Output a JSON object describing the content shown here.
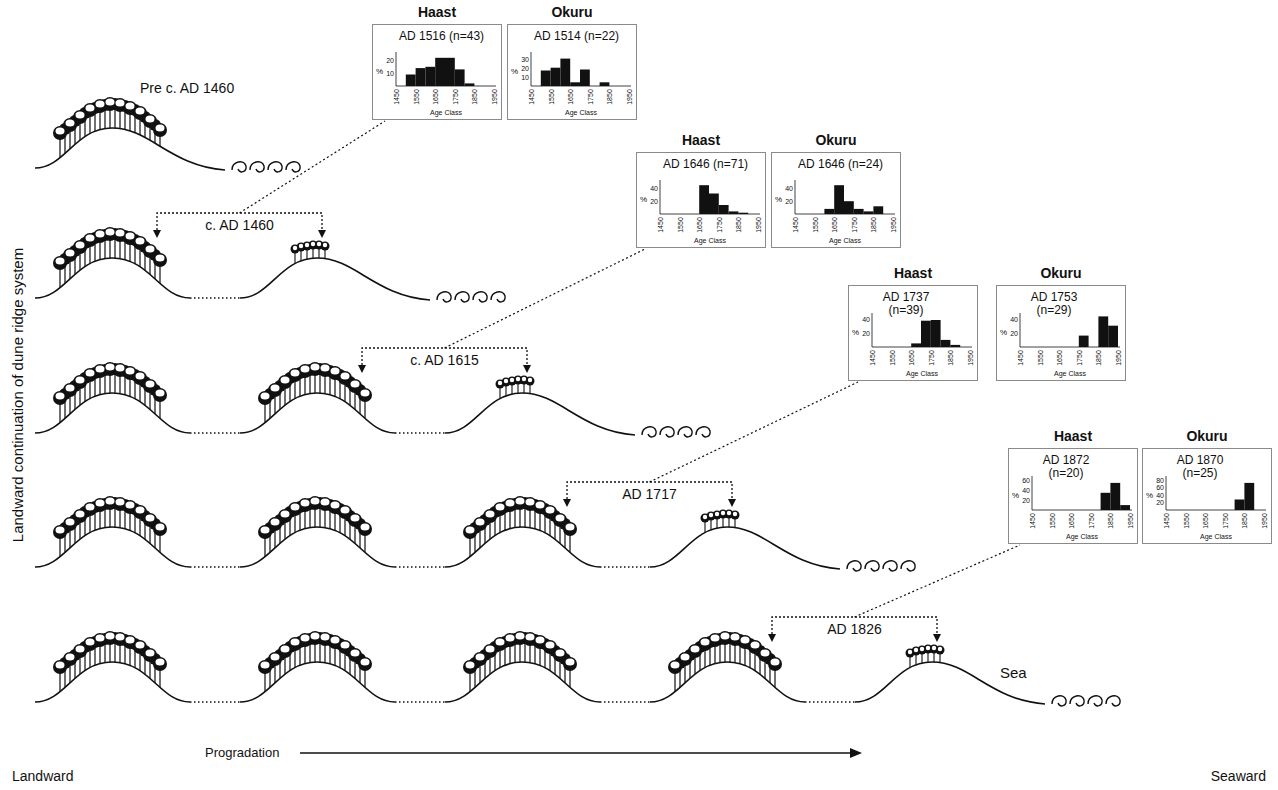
{
  "diagram": {
    "nodes": [
      {
        "text": [
          "Haast",
          "AD 1516 (n=43)",
          "1450",
          "1550",
          "1650",
          "1750",
          "1850",
          "1950",
          "Age Class",
          "10",
          "20",
          "%"
        ]
      },
      {
        "text": [
          "Okuru",
          "AD 1514 (n=22)",
          "1450",
          "1550",
          "1650",
          "1750",
          "1850",
          "1950",
          "Age Class",
          "10",
          "20",
          "30",
          "%"
        ]
      },
      {
        "text": [
          "Haast",
          "AD 1646 (n=71)",
          "1450",
          "1550",
          "1650",
          "1750",
          "1850",
          "1950",
          "Age Class",
          "20",
          "40",
          "%"
        ]
      },
      {
        "text": [
          "Okuru",
          "AD 1646 (n=24)",
          "1450",
          "1550",
          "1650",
          "1750",
          "1850",
          "1950",
          "Age Class",
          "20",
          "40",
          "%"
        ]
      },
      {
        "text": [
          "Haast",
          "AD 1737 (n=39)",
          "1450",
          "1550",
          "1650",
          "1750",
          "1850",
          "1950",
          "Age Class",
          "20",
          "40",
          "%"
        ]
      },
      {
        "text": [
          "Okuru",
          "AD 1753 (n=29)",
          "1450",
          "1550",
          "1650",
          "1750",
          "1850",
          "1950",
          "Age Class",
          "20",
          "40",
          "%"
        ]
      },
      {
        "text": [
          "Haast",
          "AD 1872 (n=20)",
          "1450",
          "1550",
          "1650",
          "1750",
          "1850",
          "1950",
          "Age Class",
          "20",
          "40",
          "60",
          "%"
        ]
      },
      {
        "text": [
          "Okuru",
          "AD 1870 (n=25)",
          "1450",
          "1550",
          "1650",
          "1750",
          "1850",
          "1950",
          "Age Class",
          "20",
          "40",
          "60",
          "80",
          "%"
        ]
      }
    ],
    "labels": [
      "Pre c. AD 1460",
      "c. AD 1460",
      "c. AD 1615",
      "AD 1717",
      "AD 1826",
      "Sea",
      "Landward continuation of dune ridge system",
      "Progradation",
      "Landward",
      "Seaward"
    ]
  }
}
